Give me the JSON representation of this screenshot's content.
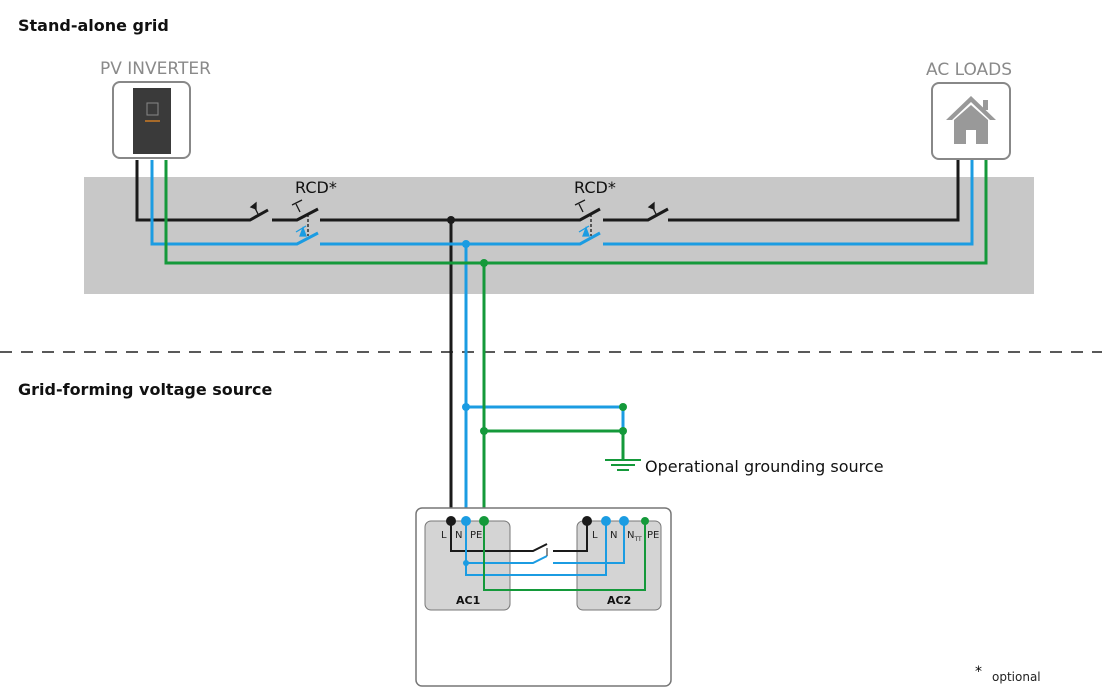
{
  "sections": {
    "standalone": "Stand-alone grid",
    "gridforming": "Grid-forming voltage source"
  },
  "devices": {
    "pv_inverter": "PV INVERTER",
    "ac_loads": "AC LOADS"
  },
  "rcd": [
    "RCD*",
    "RCD*"
  ],
  "grounding": "Operational grounding source",
  "ac1": {
    "name": "AC1",
    "terminals": [
      "L",
      "N",
      "PE"
    ]
  },
  "ac2": {
    "name": "AC2",
    "terminals": [
      "L",
      "N",
      "N",
      "PE"
    ],
    "nsub": "TT"
  },
  "footnote": {
    "star": "*",
    "text": "optional"
  },
  "colors": {
    "L": "#1a1a1a",
    "N": "#1b9ce2",
    "PE": "#14993a",
    "band": "#c8c8c8"
  }
}
